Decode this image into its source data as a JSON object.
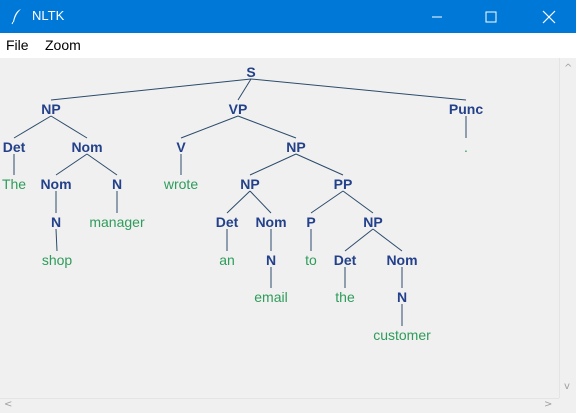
{
  "window": {
    "title": "NLTK"
  },
  "menu": {
    "items": [
      "File",
      "Zoom"
    ]
  },
  "colors": {
    "titlebar": "#0078d7",
    "nonterminal": "#23418a",
    "leaf": "#2e9c5a",
    "edge": "#2b4b6b"
  },
  "tree": {
    "nodes": [
      {
        "id": "S",
        "label": "S",
        "type": "nt"
      },
      {
        "id": "NP1",
        "label": "NP",
        "type": "nt"
      },
      {
        "id": "VP",
        "label": "VP",
        "type": "nt"
      },
      {
        "id": "Punc",
        "label": "Punc",
        "type": "nt"
      },
      {
        "id": "Det1",
        "label": "Det",
        "type": "nt"
      },
      {
        "id": "Nom1",
        "label": "Nom",
        "type": "nt"
      },
      {
        "id": "The",
        "label": "The",
        "type": "leaf"
      },
      {
        "id": "Nom2",
        "label": "Nom",
        "type": "nt"
      },
      {
        "id": "N1",
        "label": "N",
        "type": "nt"
      },
      {
        "id": "N2",
        "label": "N",
        "type": "nt"
      },
      {
        "id": "manager",
        "label": "manager",
        "type": "leaf"
      },
      {
        "id": "shop",
        "label": "shop",
        "type": "leaf"
      },
      {
        "id": "V",
        "label": "V",
        "type": "nt"
      },
      {
        "id": "wrote",
        "label": "wrote",
        "type": "leaf"
      },
      {
        "id": "NP2",
        "label": "NP",
        "type": "nt"
      },
      {
        "id": "NP3",
        "label": "NP",
        "type": "nt"
      },
      {
        "id": "PP",
        "label": "PP",
        "type": "nt"
      },
      {
        "id": "Det2",
        "label": "Det",
        "type": "nt"
      },
      {
        "id": "Nom3",
        "label": "Nom",
        "type": "nt"
      },
      {
        "id": "an",
        "label": "an",
        "type": "leaf"
      },
      {
        "id": "N3",
        "label": "N",
        "type": "nt"
      },
      {
        "id": "email",
        "label": "email",
        "type": "leaf"
      },
      {
        "id": "P",
        "label": "P",
        "type": "nt"
      },
      {
        "id": "to",
        "label": "to",
        "type": "leaf"
      },
      {
        "id": "NP4",
        "label": "NP",
        "type": "nt"
      },
      {
        "id": "Det3",
        "label": "Det",
        "type": "nt"
      },
      {
        "id": "the",
        "label": "the",
        "type": "leaf"
      },
      {
        "id": "Nom4",
        "label": "Nom",
        "type": "nt"
      },
      {
        "id": "N4",
        "label": "N",
        "type": "nt"
      },
      {
        "id": "customer",
        "label": "customer",
        "type": "leaf"
      },
      {
        "id": "dot",
        "label": ".",
        "type": "leaf"
      }
    ],
    "edges": [
      [
        "S",
        "NP1"
      ],
      [
        "S",
        "VP"
      ],
      [
        "S",
        "Punc"
      ],
      [
        "NP1",
        "Det1"
      ],
      [
        "NP1",
        "Nom1"
      ],
      [
        "Det1",
        "The"
      ],
      [
        "Nom1",
        "Nom2"
      ],
      [
        "Nom1",
        "N1"
      ],
      [
        "Nom2",
        "N2"
      ],
      [
        "N2",
        "shop"
      ],
      [
        "N1",
        "manager"
      ],
      [
        "VP",
        "V"
      ],
      [
        "VP",
        "NP2"
      ],
      [
        "V",
        "wrote"
      ],
      [
        "NP2",
        "NP3"
      ],
      [
        "NP2",
        "PP"
      ],
      [
        "NP3",
        "Det2"
      ],
      [
        "NP3",
        "Nom3"
      ],
      [
        "Det2",
        "an"
      ],
      [
        "Nom3",
        "N3"
      ],
      [
        "N3",
        "email"
      ],
      [
        "PP",
        "P"
      ],
      [
        "PP",
        "NP4"
      ],
      [
        "P",
        "to"
      ],
      [
        "NP4",
        "Det3"
      ],
      [
        "NP4",
        "Nom4"
      ],
      [
        "Det3",
        "the"
      ],
      [
        "Nom4",
        "N4"
      ],
      [
        "N4",
        "customer"
      ],
      [
        "Punc",
        "dot"
      ]
    ]
  }
}
